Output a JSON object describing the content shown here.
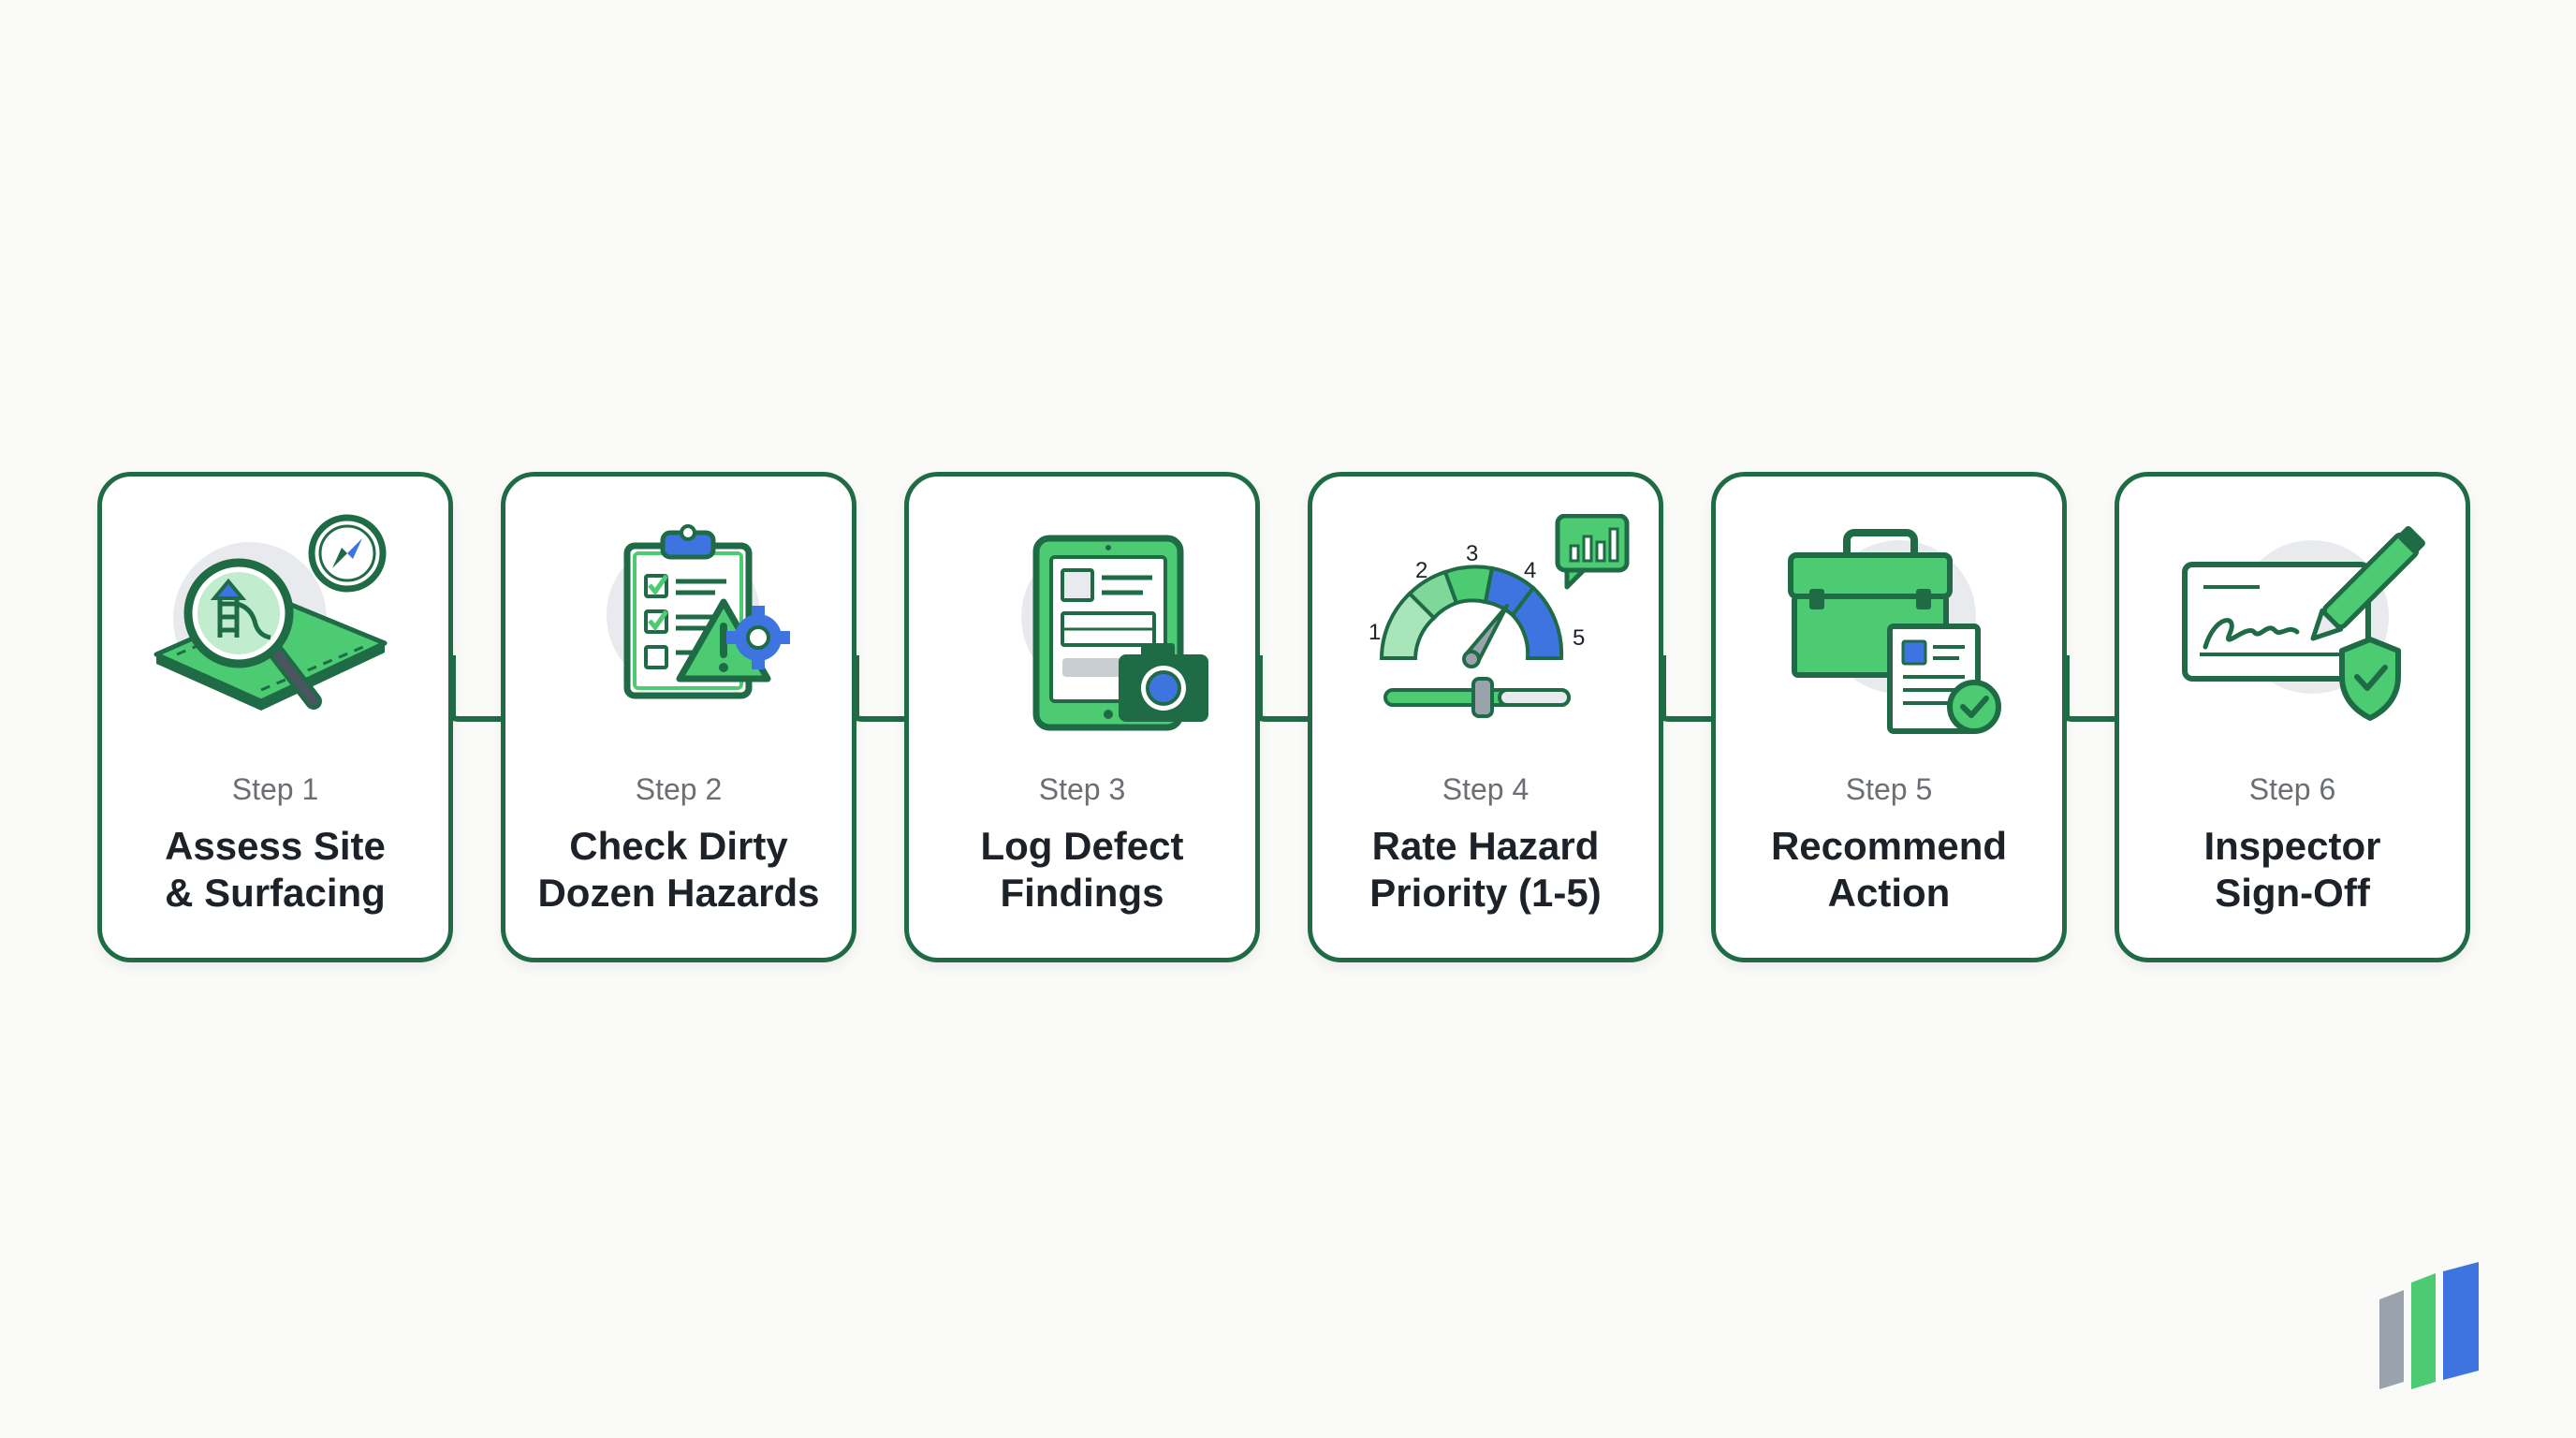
{
  "steps": [
    {
      "label": "Step 1",
      "title_line1": "Assess Site",
      "title_line2": "& Surfacing",
      "icon": "playground-magnifier-icon"
    },
    {
      "label": "Step 2",
      "title_line1": "Check Dirty",
      "title_line2": "Dozen Hazards",
      "icon": "clipboard-checklist-icon"
    },
    {
      "label": "Step 3",
      "title_line1": "Log Defect",
      "title_line2": "Findings",
      "icon": "tablet-camera-icon"
    },
    {
      "label": "Step 4",
      "title_line1": "Rate Hazard",
      "title_line2": "Priority (1-5)",
      "icon": "priority-gauge-icon"
    },
    {
      "label": "Step 5",
      "title_line1": "Recommend",
      "title_line2": "Action",
      "icon": "toolbox-report-icon"
    },
    {
      "label": "Step 6",
      "title_line1": "Inspector",
      "title_line2": "Sign-Off",
      "icon": "signature-pen-icon"
    }
  ],
  "gauge_numbers": [
    "1",
    "2",
    "3",
    "4",
    "5"
  ],
  "colors": {
    "dark_green": "#1f6b45",
    "light_green": "#4ccb72",
    "blue": "#3d74e0",
    "gray_circle": "#e8eaed",
    "text_dark": "#1c2228",
    "text_muted": "#6b6f73"
  }
}
